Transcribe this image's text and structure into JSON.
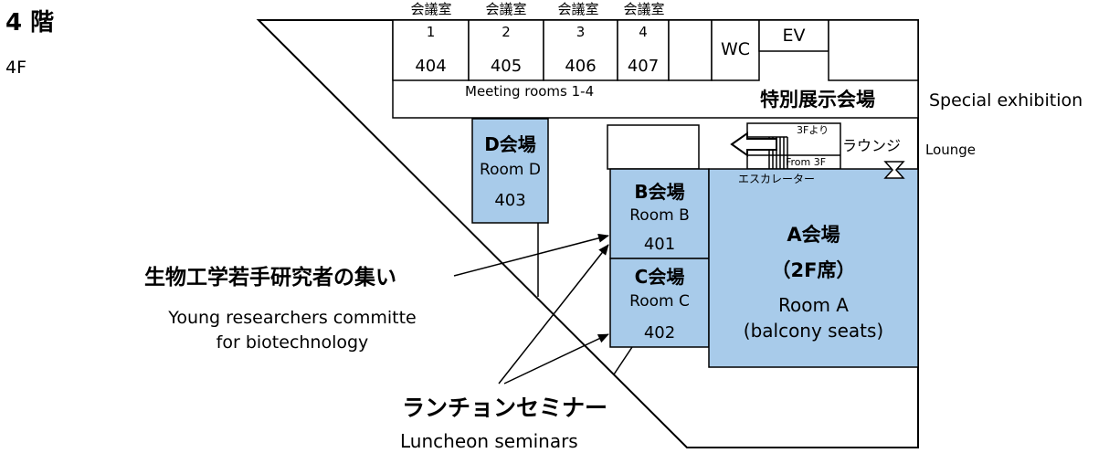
{
  "floor": {
    "jp": "4 階",
    "en": "4F"
  },
  "meeting_rooms": {
    "items": [
      {
        "jp": "会議室",
        "num": "1",
        "room": "404"
      },
      {
        "jp": "会議室",
        "num": "2",
        "room": "405"
      },
      {
        "jp": "会議室",
        "num": "3",
        "room": "406"
      },
      {
        "jp": "会議室",
        "num": "4",
        "room": "407"
      }
    ],
    "caption": "Meeting rooms 1-4"
  },
  "facilities": {
    "wc": "WC",
    "ev": "EV"
  },
  "special_exhibition": {
    "jp": "特別展示会場",
    "en": "Special exhibition"
  },
  "escalator": {
    "from_jp": "3Fより",
    "from_en": "From 3F",
    "label_jp": "エスカレーター"
  },
  "lounge": {
    "jp": "ラウンジ",
    "en": "Lounge"
  },
  "rooms": {
    "d": {
      "jp": "D会場",
      "en": "Room D",
      "num": "403"
    },
    "b": {
      "jp": "B会場",
      "en": "Room B",
      "num": "401"
    },
    "c": {
      "jp": "C会場",
      "en": "Room C",
      "num": "402"
    },
    "a": {
      "jp": "A会場",
      "jp_sub": "（2F席）",
      "en": "Room A",
      "en_sub": "(balcony seats)"
    }
  },
  "young_researchers": {
    "jp": "生物工学若手研究者の集い",
    "en_line1": "Young researchers committe",
    "en_line2": "for biotechnology"
  },
  "luncheon": {
    "jp": "ランチョンセミナー",
    "en": "Luncheon seminars"
  },
  "colors": {
    "room_fill": "#a8cbea",
    "line": "#000000",
    "background": "#ffffff"
  }
}
